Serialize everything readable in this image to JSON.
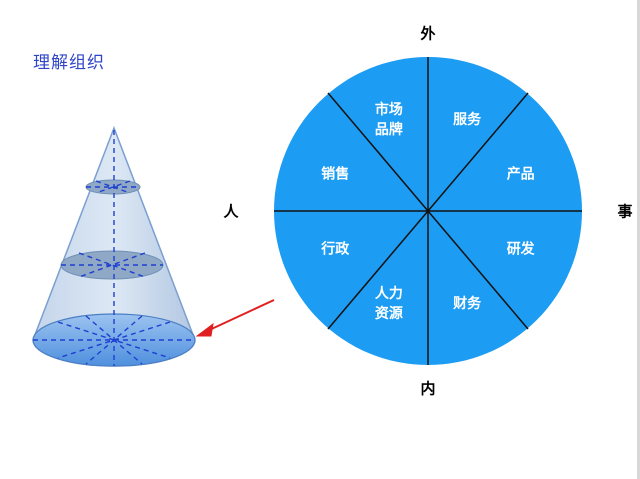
{
  "title": "理解组织",
  "axis_labels": {
    "top": "外",
    "bottom": "内",
    "left": "人",
    "right": "事"
  },
  "wheel": {
    "fill": "#1c9cf2",
    "segments": [
      {
        "lines": [
          "服务"
        ]
      },
      {
        "lines": [
          "产品"
        ]
      },
      {
        "lines": [
          "研发"
        ]
      },
      {
        "lines": [
          "财务"
        ]
      },
      {
        "lines": [
          "人力",
          "资源"
        ]
      },
      {
        "lines": [
          "行政"
        ]
      },
      {
        "lines": [
          "销售"
        ]
      },
      {
        "lines": [
          "市场",
          "品牌"
        ]
      }
    ]
  },
  "cone": {
    "fill": "#b5cbe6",
    "base_fill": "#6fa8e6",
    "line": "#1f3fd1",
    "arrow": "#e02020"
  }
}
